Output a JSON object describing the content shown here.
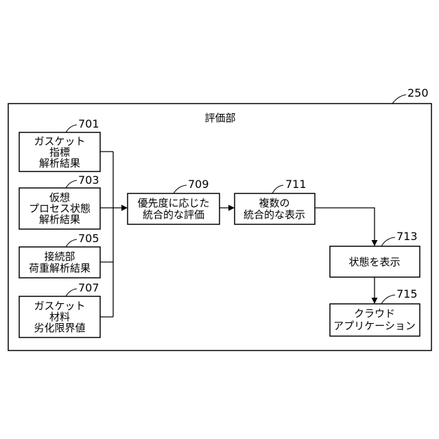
{
  "diagram": {
    "container": {
      "ref": "250",
      "title": "評価部"
    },
    "boxes": {
      "b701": {
        "ref": "701",
        "lines": [
          "ガスケット",
          "指標",
          "解析結果"
        ]
      },
      "b703": {
        "ref": "703",
        "lines": [
          "仮想",
          "プロセス状態",
          "解析結果"
        ]
      },
      "b705": {
        "ref": "705",
        "lines": [
          "接続部",
          "荷重解析結果"
        ]
      },
      "b707": {
        "ref": "707",
        "lines": [
          "ガスケット",
          "材料",
          "劣化限界値"
        ]
      },
      "b709": {
        "ref": "709",
        "lines": [
          "優先度に応じた",
          "統合的な評価"
        ]
      },
      "b711": {
        "ref": "711",
        "lines": [
          "複数の",
          "統合的な表示"
        ]
      },
      "b713": {
        "ref": "713",
        "lines": [
          "状態を表示"
        ]
      },
      "b715": {
        "ref": "715",
        "lines": [
          "クラウド",
          "アプリケーション"
        ]
      }
    }
  }
}
